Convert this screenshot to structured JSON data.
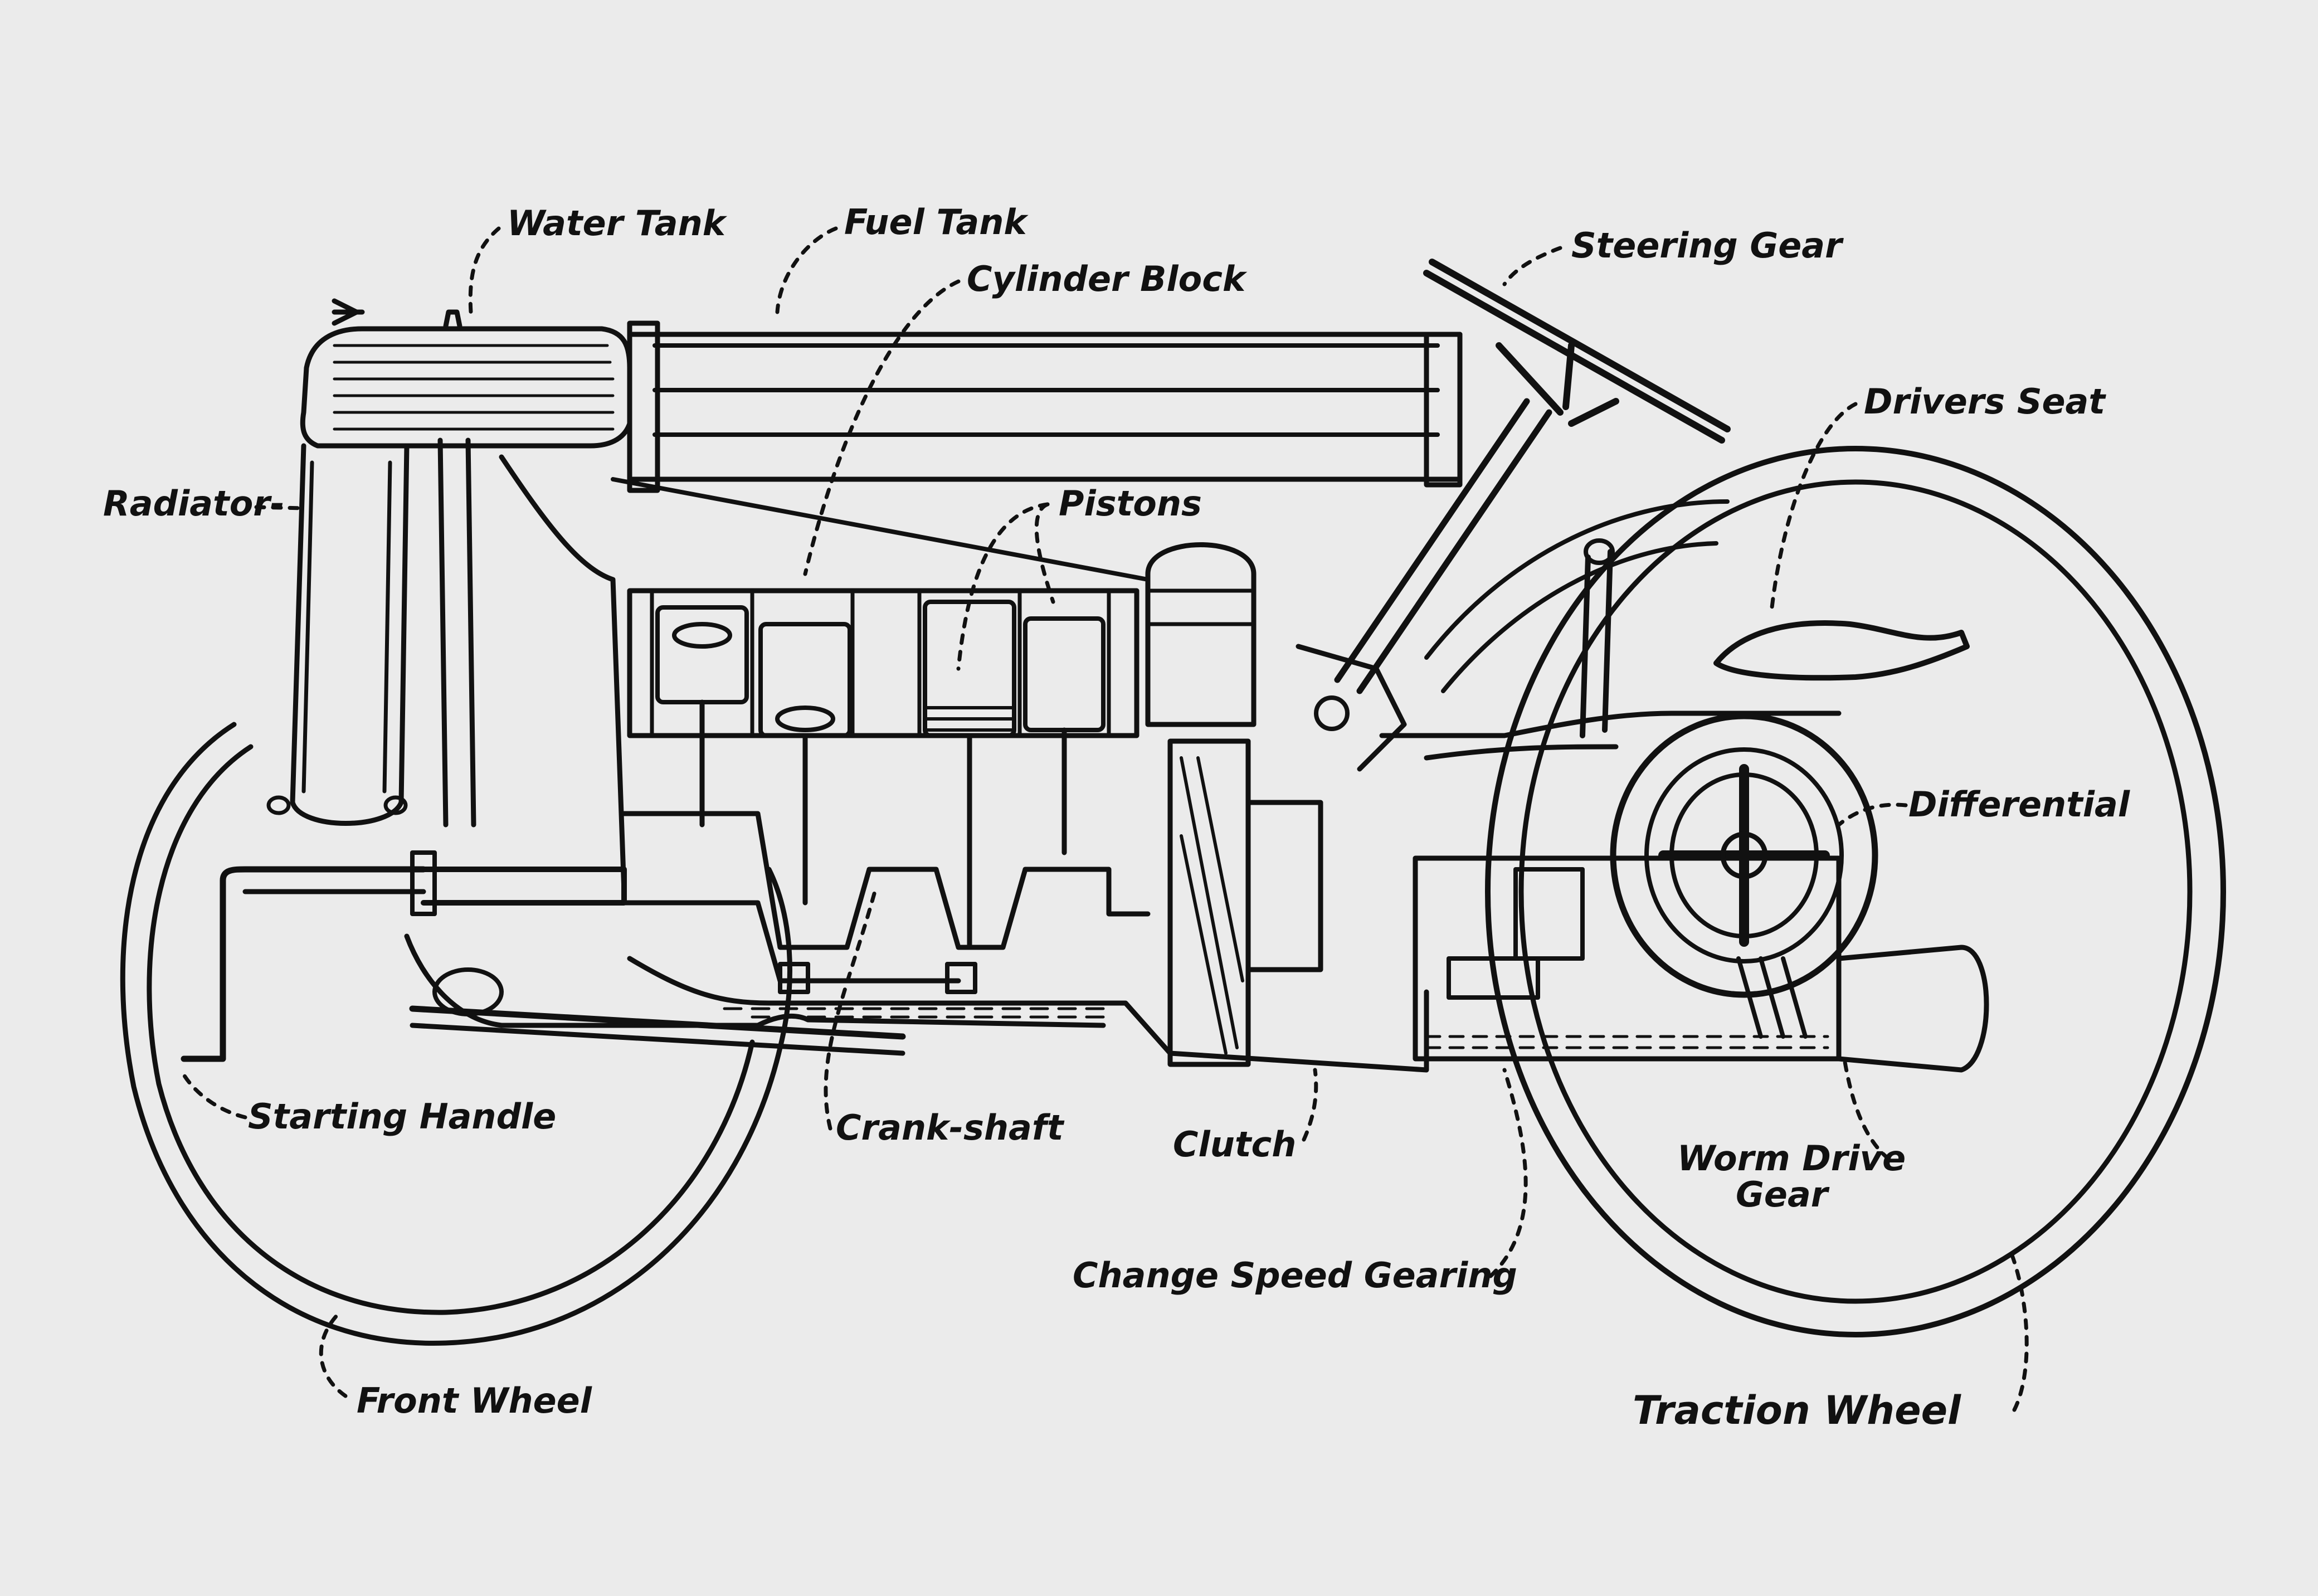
{
  "labels": {
    "water_tank": "Water Tank",
    "fuel_tank": "Fuel Tank",
    "cylinder_block": "Cylinder Block",
    "steering_gear": "Steering Gear",
    "drivers_seat": "Drivers Seat",
    "radiator": "Radiator-",
    "pistons": "Pistons",
    "differential": "Differential",
    "starting_handle": "Starting Handle",
    "crank_shaft": "Crank-shaft",
    "clutch": "Clutch",
    "worm_drive_gear_line1": "Worm Drive",
    "worm_drive_gear_line2": "Gear",
    "change_speed_gearing": "Change Speed Gearing",
    "front_wheel": "Front Wheel",
    "traction_wheel": "Traction Wheel"
  },
  "colors": {
    "ink": "#111111",
    "paper": "#ebebeb"
  }
}
